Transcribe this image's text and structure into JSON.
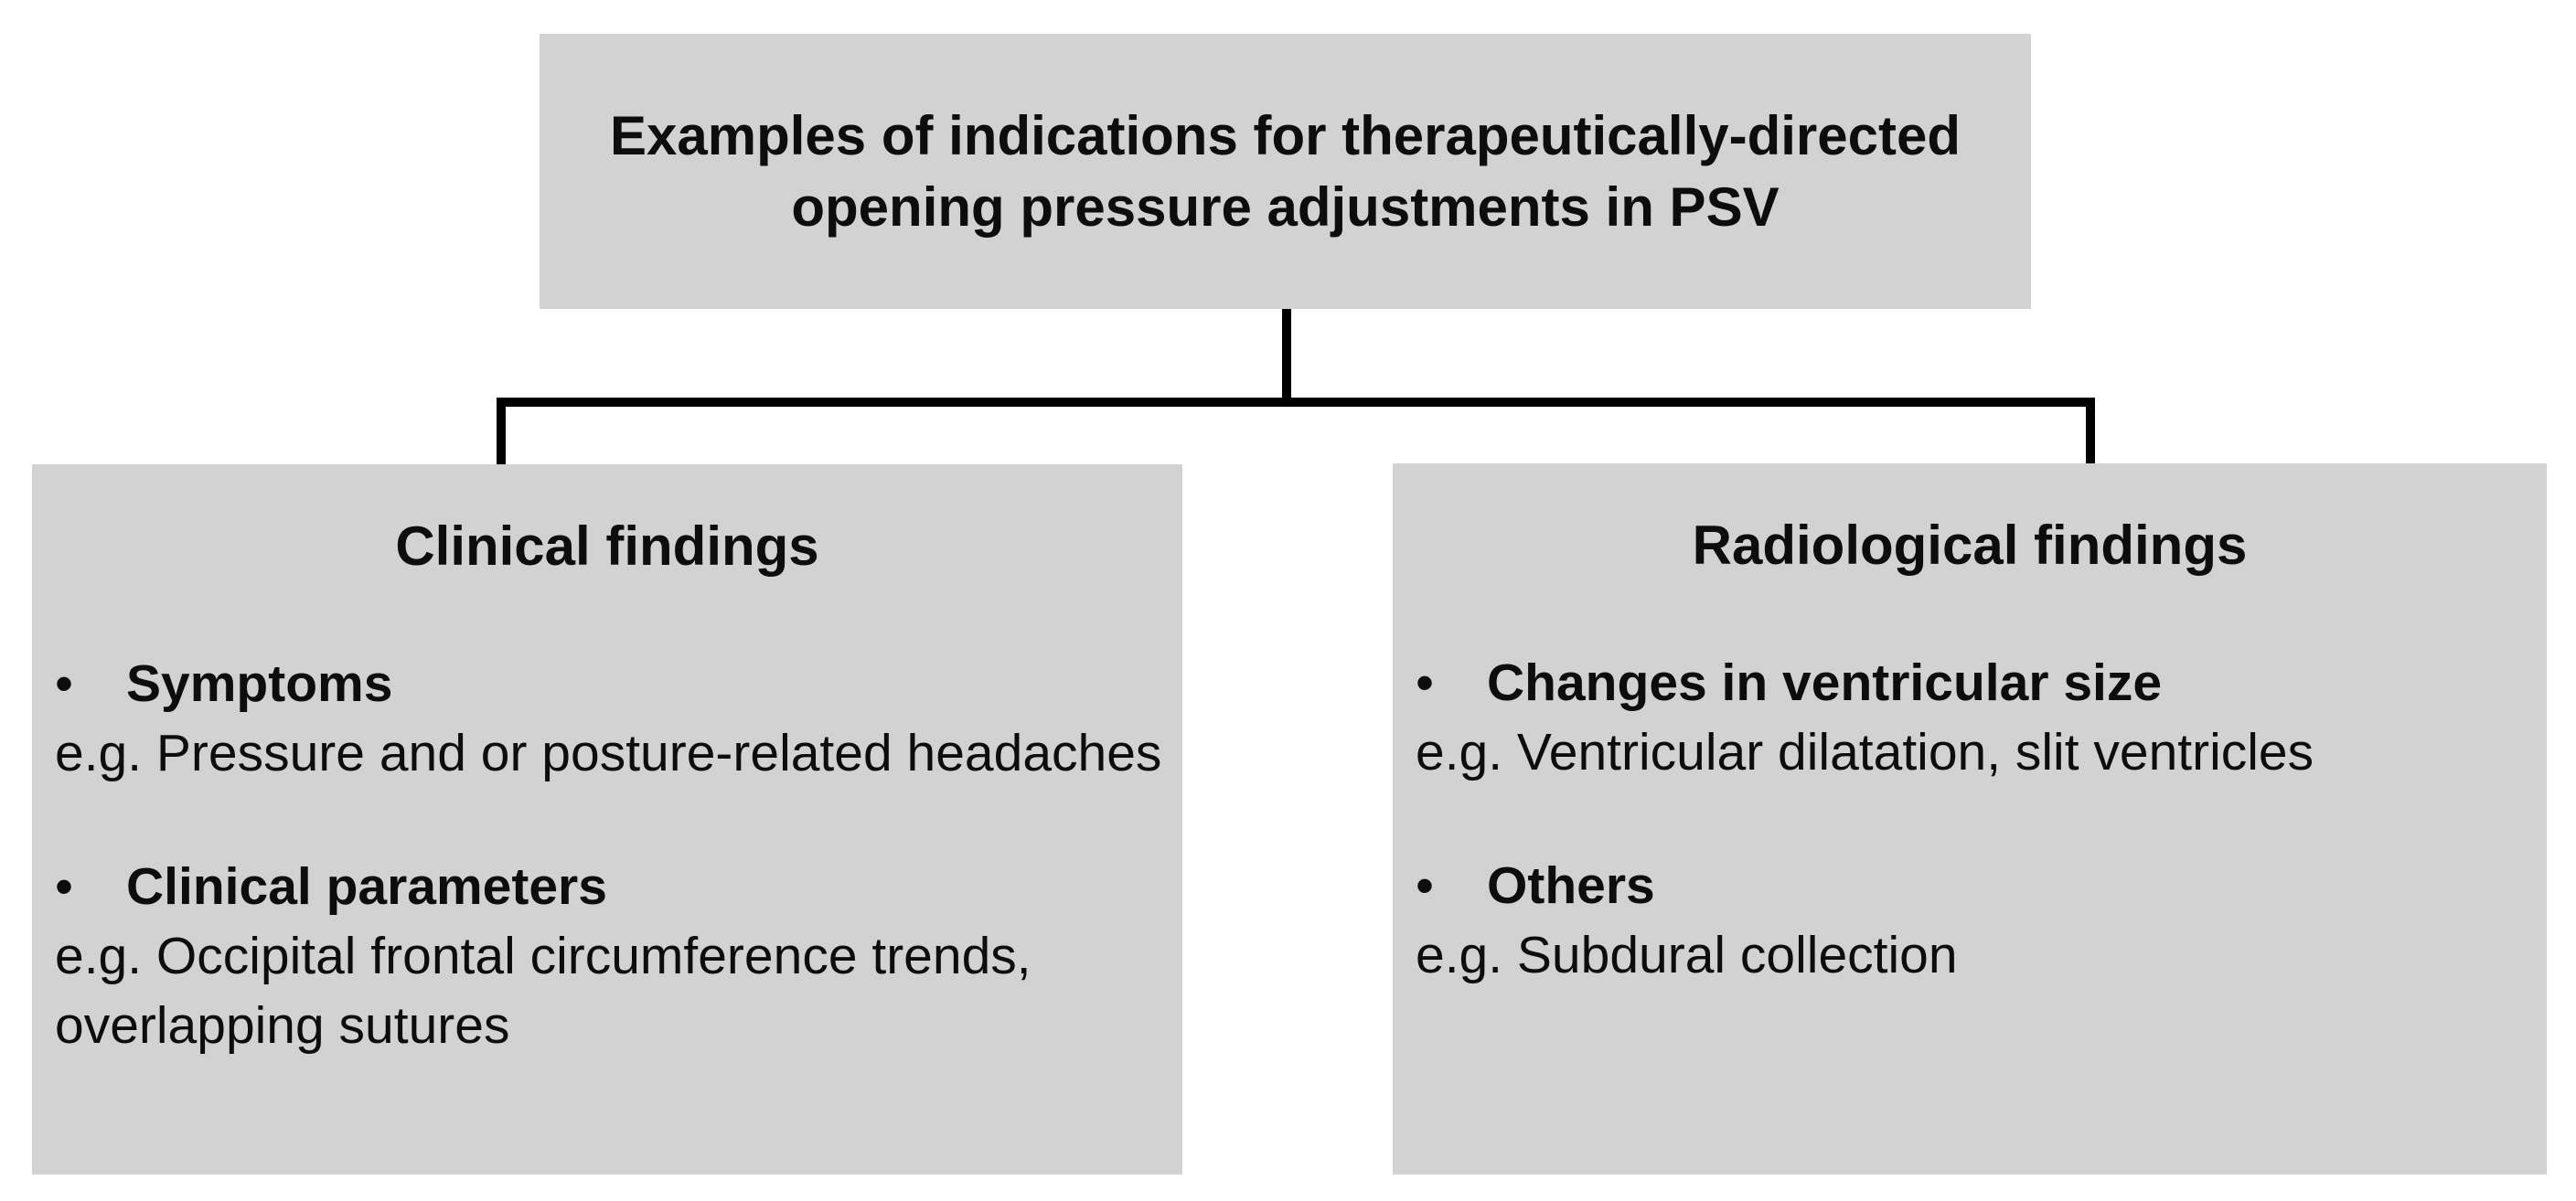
{
  "root": {
    "title_lines": [
      "Examples of indications for therapeutically-directed",
      "opening pressure adjustments in PSV"
    ]
  },
  "branches": [
    {
      "heading": "Clinical findings",
      "bullets": [
        {
          "term": "Symptoms",
          "example": "e.g. Pressure and or posture-related headaches"
        },
        {
          "term": "Clinical parameters",
          "example": "e.g. Occipital frontal circumference trends, overlapping sutures"
        }
      ]
    },
    {
      "heading": "Radiological findings",
      "bullets": [
        {
          "term": "Changes in ventricular size",
          "example": "e.g. Ventricular dilatation, slit ventricles"
        },
        {
          "term": "Others",
          "example": "e.g. Subdural collection"
        }
      ]
    }
  ],
  "bullet_glyph": "•",
  "colors": {
    "box_bg": "#d3d2d2",
    "line": "#000000",
    "text": "#0d0d0d",
    "page_bg": "#ffffff"
  }
}
